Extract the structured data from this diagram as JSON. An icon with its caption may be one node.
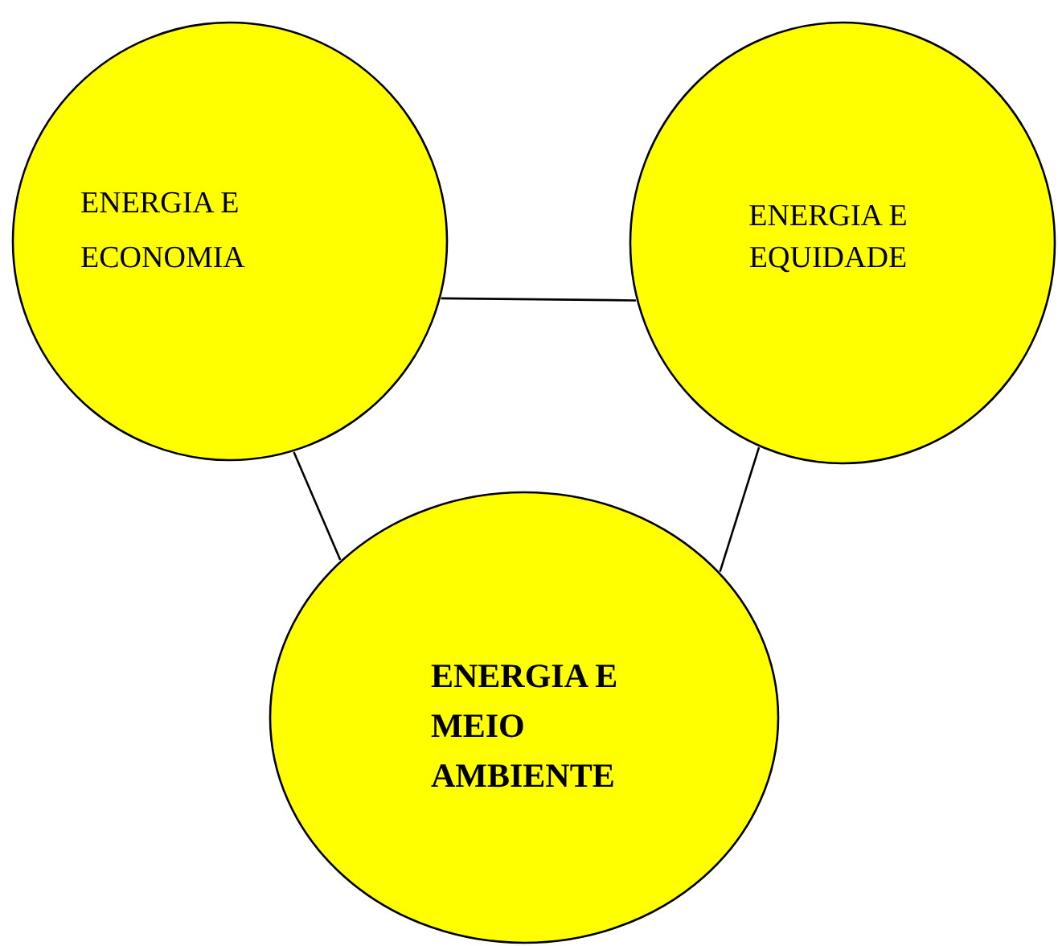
{
  "diagram": {
    "nodes": [
      {
        "text": [
          "ENERGIA E ECONOMIA"
        ]
      },
      {
        "text": [
          "ENERGIA E EQUIDADE"
        ]
      },
      {
        "text": [
          "ENERGIA E MEIO AMBIENTE"
        ]
      }
    ],
    "edges": [
      {
        "from": 0,
        "to": 1,
        "arrow": "none"
      },
      {
        "from": 0,
        "to": 2,
        "arrow": "none"
      },
      {
        "from": 1,
        "to": 2,
        "arrow": "none"
      }
    ]
  }
}
